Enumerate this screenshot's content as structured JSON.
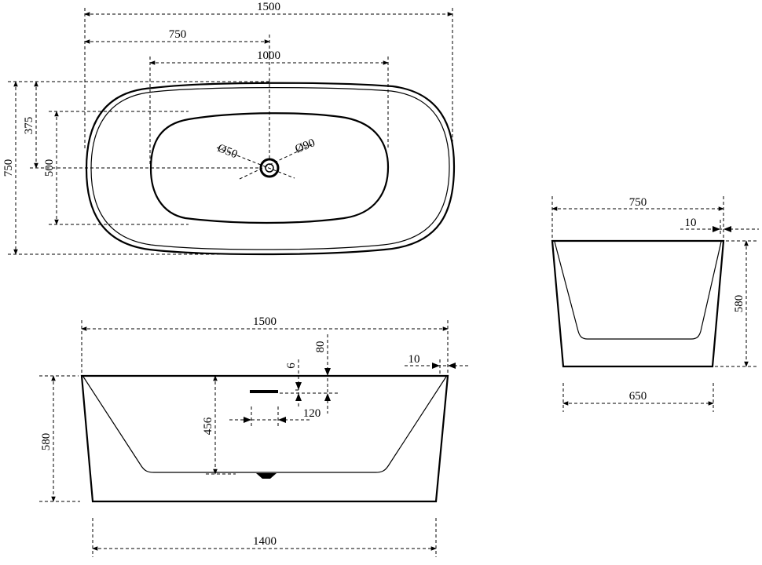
{
  "top_view": {
    "length": "1500",
    "half_length": "750",
    "inner_length": "1000",
    "width": "750",
    "half_width": "375",
    "inner_width": "500",
    "overflow_diameter": "Ø50",
    "drain_diameter": "Ø90"
  },
  "front_view": {
    "top_length": "1500",
    "base_length": "1400",
    "height": "580",
    "overflow_height": "456",
    "dim_80": "80",
    "dim_6": "6",
    "dim_120": "120",
    "rim_thickness": "10"
  },
  "side_view": {
    "top_width": "750",
    "rim_thickness": "10",
    "height": "580",
    "base_width": "650"
  }
}
